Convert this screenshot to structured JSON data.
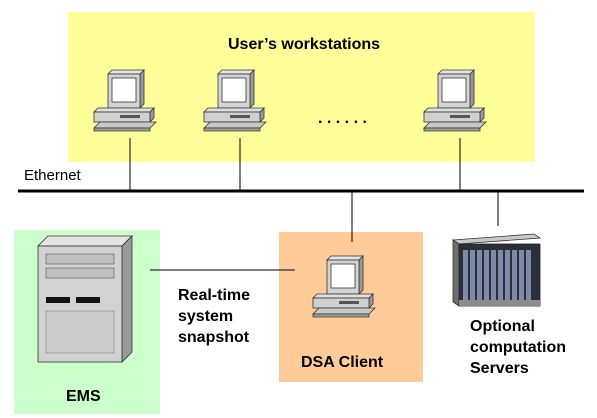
{
  "zones": {
    "workstations_title": "User’s workstations",
    "ems_label": "EMS",
    "dsa_label": "DSA Client"
  },
  "network": {
    "ethernet_label": "Ethernet",
    "ellipsis": ". . . . . ."
  },
  "labels": {
    "snapshot_line1": "Real-time",
    "snapshot_line2": "system",
    "snapshot_line3": "snapshot",
    "servers_line1": "Optional",
    "servers_line2": "computation",
    "servers_line3": "Servers"
  },
  "colors": {
    "workstations_bg": "#ffff99",
    "ems_bg": "#ccffcc",
    "dsa_bg": "#ffcc99",
    "ethernet_line": "#000000"
  }
}
